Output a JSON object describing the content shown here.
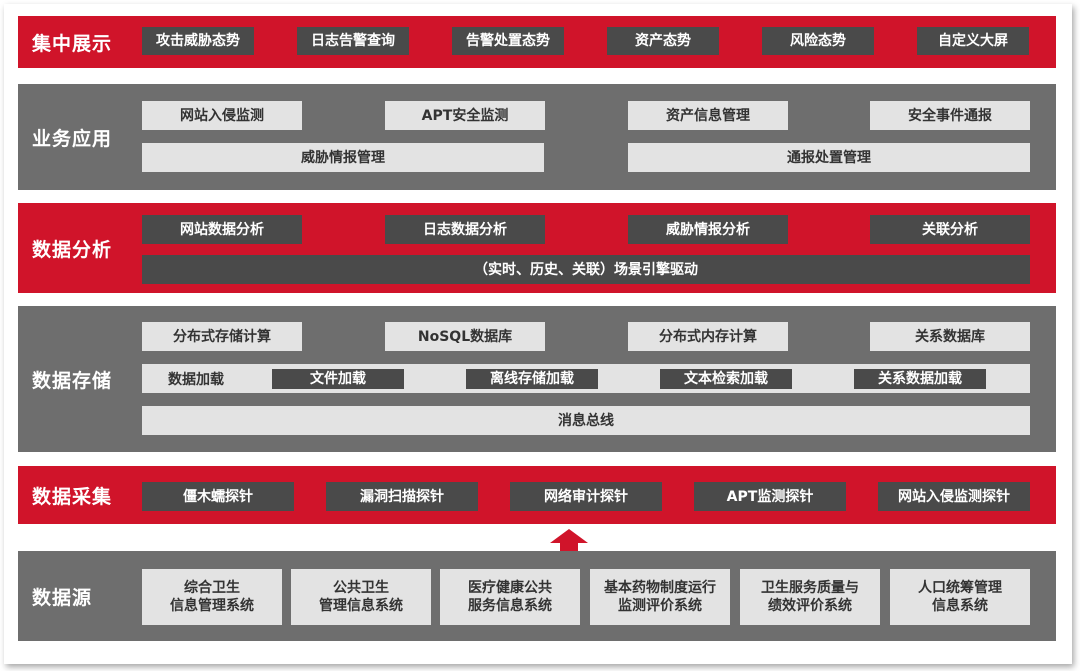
{
  "layers": {
    "display": {
      "title": "集中展示",
      "items": [
        "攻击威胁态势",
        "日志告警查询",
        "告警处置态势",
        "资产态势",
        "风险态势",
        "自定义大屏"
      ]
    },
    "application": {
      "title": "业务应用",
      "items": [
        "网站入侵监测",
        "APT安全监测",
        "资产信息管理",
        "安全事件通报"
      ],
      "wide_items": [
        "威胁情报管理",
        "通报处置管理"
      ]
    },
    "analysis": {
      "title": "数据分析",
      "items": [
        "网站数据分析",
        "日志数据分析",
        "威胁情报分析",
        "关联分析"
      ],
      "engine": "（实时、历史、关联）场景引擎驱动"
    },
    "storage": {
      "title": "数据存储",
      "items": [
        "分布式存储计算",
        "NoSQL数据库",
        "分布式内存计算",
        "关系数据库"
      ],
      "loading_label": "数据加载",
      "loading_items": [
        "文件加载",
        "离线存储加载",
        "文本检索加载",
        "关系数据加载"
      ],
      "bus": "消息总线"
    },
    "collection": {
      "title": "数据采集",
      "items": [
        "僵木蠕探针",
        "漏洞扫描探针",
        "网络审计探针",
        "APT监测探针",
        "网站入侵监测探针"
      ]
    },
    "sources": {
      "title": "数据源",
      "items": [
        {
          "line1": "综合卫生",
          "line2": "信息管理系统"
        },
        {
          "line1": "公共卫生",
          "line2": "管理信息系统"
        },
        {
          "line1": "医疗健康公共",
          "line2": "服务信息系统"
        },
        {
          "line1": "基本药物制度运行",
          "line2": "监测评价系统"
        },
        {
          "line1": "卫生服务质量与",
          "line2": "绩效评价系统"
        },
        {
          "line1": "人口统筹管理",
          "line2": "信息系统"
        }
      ]
    }
  },
  "colors": {
    "red_band": "#d0142a",
    "gray_band": "#6e6e6e",
    "dark_box": "#4a4a4a",
    "light_box": "#e3e3e3"
  },
  "icons": {
    "flow_arrow": "up-arrow-icon"
  }
}
